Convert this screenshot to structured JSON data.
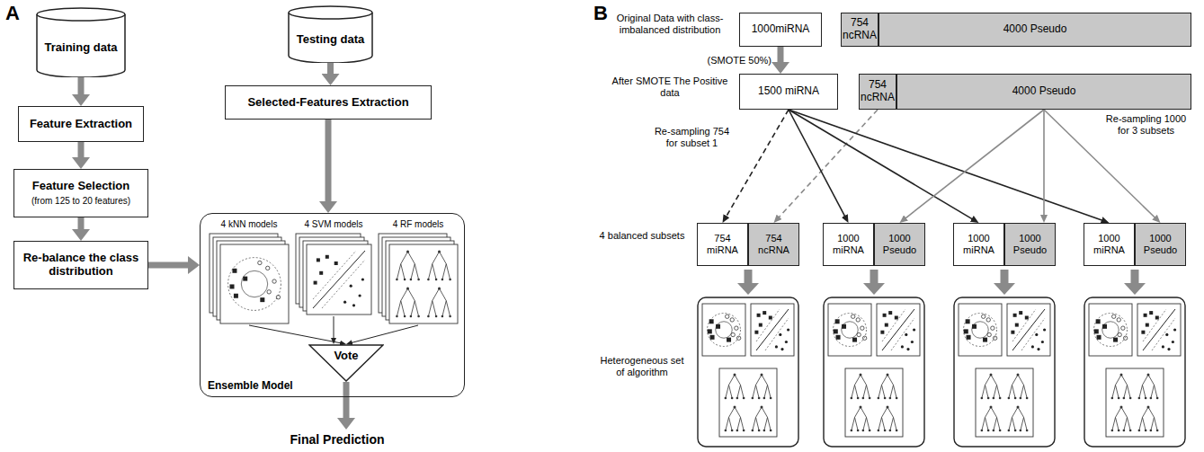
{
  "diagram": {
    "nodes": [
      {
        "text": [
          "Training data"
        ]
      },
      {
        "text": [
          "Feature Extraction"
        ]
      },
      {
        "text": [
          "Feature Selection",
          "(from 125 to 20 features)"
        ]
      },
      {
        "text": [
          "Re-balance the class distribution"
        ]
      },
      {
        "text": [
          "Testing data"
        ]
      },
      {
        "text": [
          "Selected-Features Extraction"
        ]
      },
      {
        "text": [
          "Ensemble Model"
        ]
      },
      {
        "text": [
          "4 kNN models"
        ],
        "in": 6
      },
      {
        "text": [
          "4 SVM models"
        ],
        "in": 6
      },
      {
        "text": [
          "4 RF models"
        ],
        "in": 6
      },
      {
        "text": [
          "Vote"
        ],
        "in": 6
      },
      {
        "text": [
          "Final Prediction"
        ]
      },
      {
        "text": [
          "1000miRNA"
        ]
      },
      {
        "text": [
          "754 ncRNA"
        ]
      },
      {
        "text": [
          "4000 Pseudo"
        ]
      },
      {
        "text": [
          "1500 miRNA"
        ]
      },
      {
        "text": [
          "754 ncRNA"
        ]
      },
      {
        "text": [
          "4000 Pseudo"
        ]
      },
      {
        "text": [
          "754 miRNA"
        ]
      },
      {
        "text": [
          "754 ncRNA"
        ]
      },
      {
        "text": [
          "1000 miRNA"
        ]
      },
      {
        "text": [
          "1000 Pseudo"
        ]
      },
      {
        "text": [
          "1000 miRNA"
        ]
      },
      {
        "text": [
          "1000 Pseudo"
        ]
      },
      {
        "text": [
          "1000 miRNA"
        ]
      },
      {
        "text": [
          "1000 Pseudo"
        ]
      }
    ],
    "edges": [
      {
        "from": 0,
        "to": 1,
        "arrow": "to"
      },
      {
        "from": 1,
        "to": 2,
        "arrow": "to"
      },
      {
        "from": 2,
        "to": 3,
        "arrow": "to"
      },
      {
        "from": 3,
        "to": 6,
        "arrow": "to"
      },
      {
        "from": 4,
        "to": 5,
        "arrow": "to"
      },
      {
        "from": 5,
        "to": 6,
        "arrow": "to"
      },
      {
        "from": 7,
        "to": 10,
        "arrow": "to"
      },
      {
        "from": 8,
        "to": 10,
        "arrow": "to"
      },
      {
        "from": 9,
        "to": 10,
        "arrow": "to"
      },
      {
        "from": 10,
        "to": 11,
        "arrow": "to"
      },
      {
        "from": 12,
        "to": 15,
        "label": "(SMOTE 50%)",
        "arrow": "to"
      },
      {
        "from": 15,
        "to": 18,
        "arrow": "to"
      },
      {
        "from": 16,
        "to": 19,
        "arrow": "to"
      },
      {
        "from": 15,
        "to": 20,
        "arrow": "to"
      },
      {
        "from": 15,
        "to": 22,
        "arrow": "to"
      },
      {
        "from": 15,
        "to": 24,
        "arrow": "to"
      },
      {
        "from": 17,
        "to": 21,
        "arrow": "to"
      },
      {
        "from": 17,
        "to": 23,
        "arrow": "to"
      },
      {
        "from": 17,
        "to": 25,
        "arrow": "to"
      }
    ],
    "labels": [
      "A",
      "B",
      "Original Data with class-imbalanced distribution",
      "After SMOTE The Positive data",
      "Re-sampling 754 for subset 1",
      "Re-sampling 1000 for 3 subsets",
      "4 balanced subsets",
      "Heterogeneous set of algorithm"
    ]
  }
}
